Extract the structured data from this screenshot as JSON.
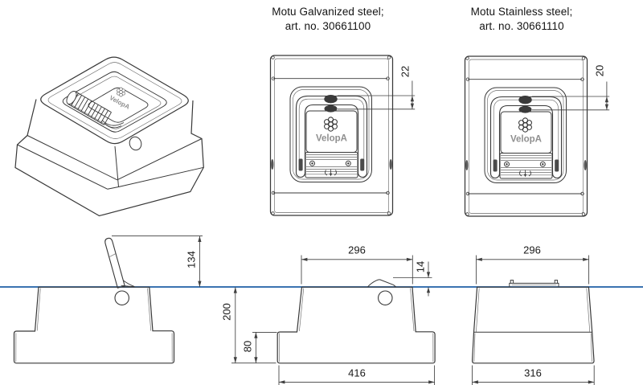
{
  "drawing": {
    "products": [
      {
        "title_line1": "Motu Galvanized steel;",
        "title_line2": "art. no. 30661100",
        "inset_dim": "22"
      },
      {
        "title_line1": "Motu Stainless steel;",
        "title_line2": "art. no. 30661110",
        "inset_dim": "20"
      }
    ],
    "brand_logo_text": "VelopA",
    "colors": {
      "ground_line": "#1f5fa6",
      "line": "#383838"
    },
    "dims": {
      "handle_height": "134",
      "top_width": "296",
      "folded_height": "14",
      "install_depth": "200",
      "base_height": "80",
      "base_width": "416",
      "side_top_width": "296",
      "side_base_width": "316"
    }
  }
}
